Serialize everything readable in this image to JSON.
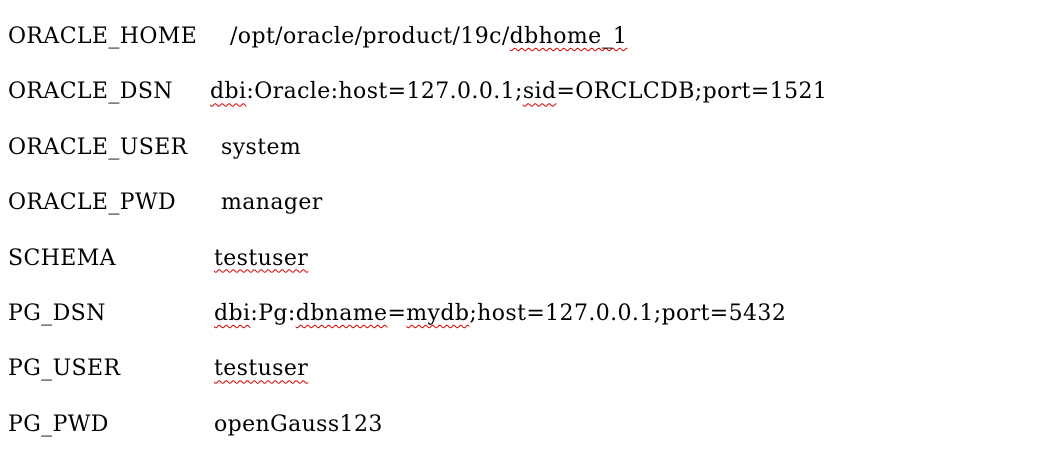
{
  "document": {
    "rows": [
      {
        "key": "ORACLE_HOME",
        "segments": [
          {
            "text": "/opt/oracle/product/19c/",
            "misspelled": false
          },
          {
            "text": "dbhome_1",
            "misspelled": true
          }
        ]
      },
      {
        "key": "ORACLE_DSN",
        "segments": [
          {
            "text": "dbi",
            "misspelled": true
          },
          {
            "text": ":Oracle:host=127.0.0.1;",
            "misspelled": false
          },
          {
            "text": "sid",
            "misspelled": true
          },
          {
            "text": "=ORCLCDB;port=1521",
            "misspelled": false
          }
        ]
      },
      {
        "key": "ORACLE_USER",
        "segments": [
          {
            "text": "system",
            "misspelled": false
          }
        ]
      },
      {
        "key": "ORACLE_PWD",
        "segments": [
          {
            "text": "manager",
            "misspelled": false
          }
        ]
      },
      {
        "key": "SCHEMA",
        "segments": [
          {
            "text": "testuser",
            "misspelled": true
          }
        ]
      },
      {
        "key": "PG_DSN",
        "segments": [
          {
            "text": "dbi",
            "misspelled": true
          },
          {
            "text": ":Pg:",
            "misspelled": false
          },
          {
            "text": "dbname",
            "misspelled": true
          },
          {
            "text": "=",
            "misspelled": false
          },
          {
            "text": "mydb",
            "misspelled": true
          },
          {
            "text": ";host=127.0.0.1;port=5432",
            "misspelled": false
          }
        ]
      },
      {
        "key": "PG_USER",
        "segments": [
          {
            "text": "testuser",
            "misspelled": true
          }
        ]
      },
      {
        "key": "PG_PWD",
        "segments": [
          {
            "text": "openGauss123",
            "misspelled": false
          }
        ]
      }
    ]
  },
  "colors": {
    "text-color": "#000000",
    "squiggle-color": "#d40000",
    "background": "#ffffff"
  }
}
